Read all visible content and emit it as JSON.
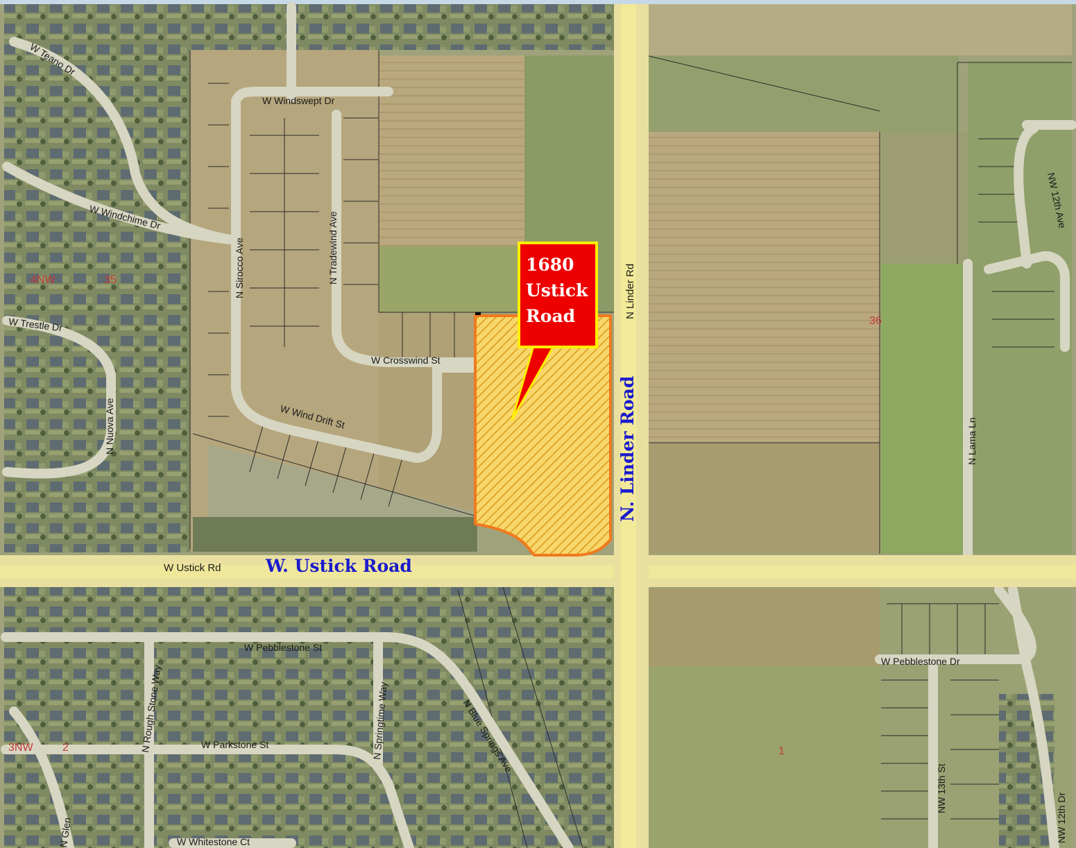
{
  "map": {
    "colors": {
      "field_tan": "#b9a77e",
      "field_dark": "#a48f63",
      "grass_green": "#8da860",
      "suburb": "#7f8a63",
      "road": "#efe79a",
      "road_edge": "#e2d36a",
      "site_fill": "#f6c94d",
      "site_outline": "#f07a1e",
      "callout_red": "#ee0000",
      "callout_border": "#ffee00",
      "major_label_blue": "#1b1bcc"
    },
    "site": {
      "callout": {
        "line1": "1680",
        "line2": "Ustick",
        "line3": "Road"
      }
    },
    "major_roads": {
      "ustick": "W. Ustick Road",
      "linder": "N. Linder Road"
    },
    "streets": {
      "teano": "W Teano Dr",
      "windswept": "W Windswept Dr",
      "windchime": "W Windchime Dr",
      "sirocco": "N Sirocco Ave",
      "tradewind": "N Tradewind Ave",
      "trestle": "W Trestle Dr",
      "nuova": "N Nuova Ave",
      "crosswind": "W Crosswind St",
      "wind_drift": "W Wind Drift St",
      "ustick_rd": "W Ustick Rd",
      "linder_rd": "N Linder Rd",
      "pebblestone_st": "W Pebblestone St",
      "rough_stone": "N Rough Stone Way",
      "springtime": "N Springtime Way",
      "blue_springs": "N Blue Springs Ave",
      "parkstone": "W Parkstone St",
      "whitestone": "W Whitestone Ct",
      "glen": "N Glen",
      "nw12_ave": "NW 12th Ave",
      "lama": "N Lama Ln",
      "pebblestone_dr": "W Pebblestone Dr",
      "nw13_st": "NW 13th St",
      "nw12_dr": "NW 12th Dr"
    },
    "sections": {
      "a": "4NW",
      "b": "35",
      "c": "36",
      "d": "3NW",
      "e": "2",
      "f": "1"
    }
  }
}
